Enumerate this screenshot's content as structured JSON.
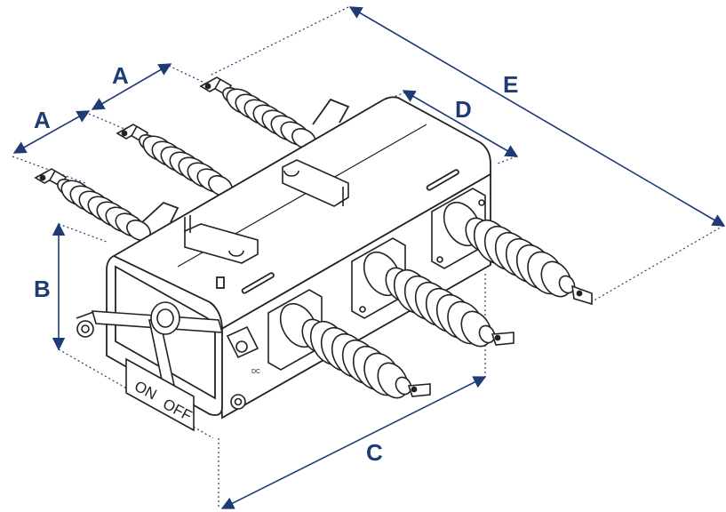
{
  "colors": {
    "dimension": "#1f3b73",
    "outline": "#222222",
    "background": "#ffffff"
  },
  "dimensions": {
    "a_upper": "A",
    "a_lower": "A",
    "b": "B",
    "c": "C",
    "d": "D",
    "e": "E"
  },
  "panel": {
    "on_label": "ON",
    "off_label": "OFF",
    "dc_label": "DC"
  }
}
